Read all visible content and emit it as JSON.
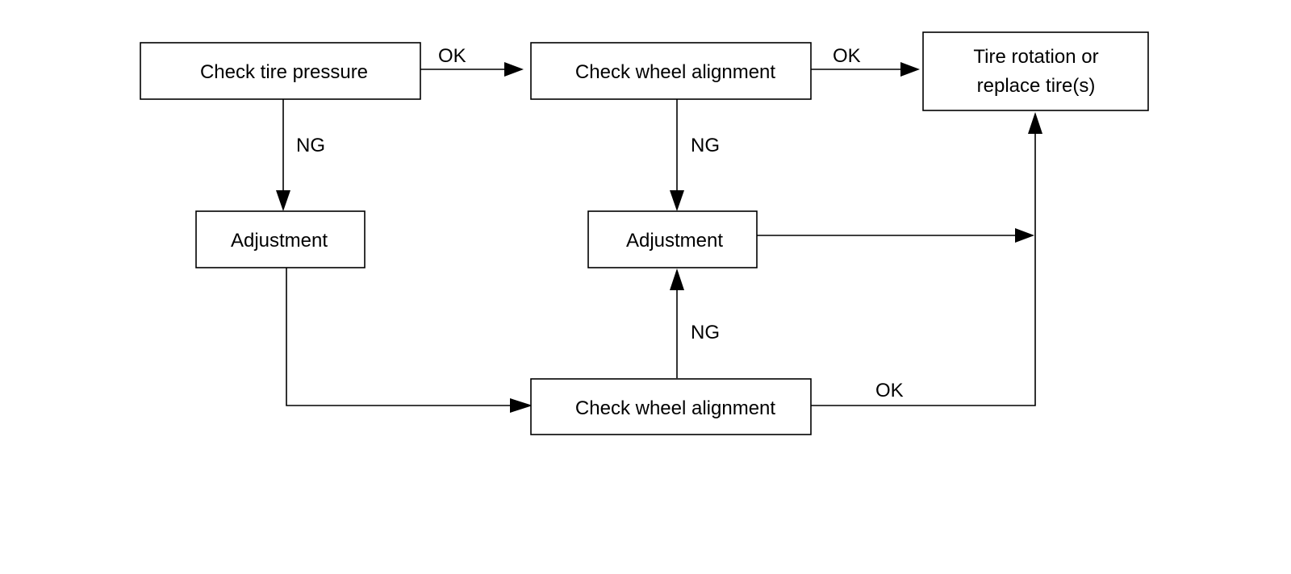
{
  "nodes": {
    "check_tire_pressure": {
      "label": "Check tire pressure"
    },
    "check_wheel_alignment_top": {
      "label": "Check wheel alignment"
    },
    "tire_rotation": {
      "line1": "Tire rotation or",
      "line2": "replace tire(s)"
    },
    "adjustment_left": {
      "label": "Adjustment"
    },
    "adjustment_center": {
      "label": "Adjustment"
    },
    "check_wheel_alignment_bottom": {
      "label": "Check wheel alignment"
    }
  },
  "edges": {
    "pressure_ok": "OK",
    "alignment_top_ok": "OK",
    "pressure_ng": "NG",
    "alignment_top_ng": "NG",
    "alignment_bottom_ng": "NG",
    "alignment_bottom_ok": "OK"
  },
  "colors": {
    "line": "#000000",
    "background": "#ffffff"
  }
}
